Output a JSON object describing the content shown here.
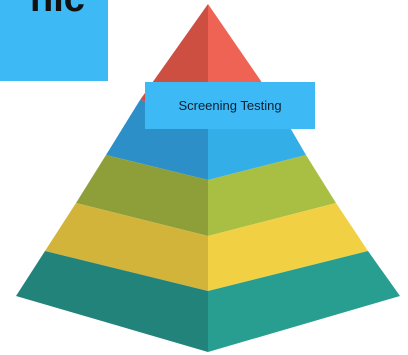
{
  "heading": {
    "text": "nic"
  },
  "callout": {
    "label": "Screening Testing"
  },
  "tiers": [
    {
      "name": "top",
      "left_color": "#cd4f42",
      "right_color": "#ef6355"
    },
    {
      "name": "second",
      "left_color": "#2d8fc7",
      "right_color": "#33aee6"
    },
    {
      "name": "middle",
      "left_color": "#8e9f3a",
      "right_color": "#a9bf44"
    },
    {
      "name": "fourth",
      "left_color": "#d3b43b",
      "right_color": "#f1d143"
    },
    {
      "name": "base",
      "left_color": "#22837a",
      "right_color": "#289e91"
    }
  ]
}
